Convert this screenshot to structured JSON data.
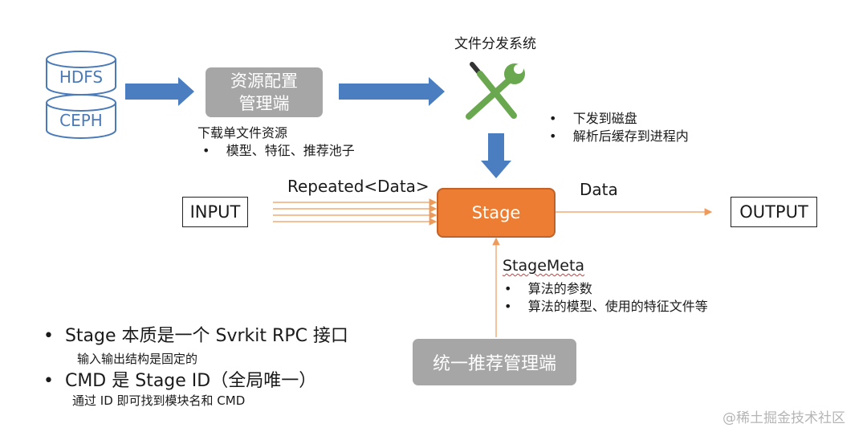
{
  "storage": {
    "hdfs_label": "HDFS",
    "ceph_label": "CEPH"
  },
  "resource_config": {
    "label_line1": "资源配置",
    "label_line2": "管理端"
  },
  "download_note": {
    "title": "下载单文件资源",
    "bullet": "模型、特征、推荐池子"
  },
  "file_dist": {
    "title": "文件分发系统",
    "bullets": [
      "下发到磁盘",
      "解析后缓存到进程内"
    ]
  },
  "flow": {
    "input_label": "INPUT",
    "output_label": "OUTPUT",
    "stage_label": "Stage",
    "repeated_label": "Repeated<Data>",
    "data_label": "Data"
  },
  "stage_meta": {
    "title": "StageMeta",
    "bullets": [
      "算法的参数",
      "算法的模型、使用的特征文件等"
    ]
  },
  "recommend_admin": {
    "label": "统一推荐管理端"
  },
  "notes": {
    "items": [
      {
        "main": "Stage 本质是一个 Svrkit RPC 接口",
        "sub": "输入输出结构是固定的"
      },
      {
        "main": "CMD 是 Stage ID（全局唯一）",
        "sub": "通过 ID 即可找到模块名和 CMD"
      }
    ]
  },
  "watermark": "@稀土掘金技术社区",
  "colors": {
    "arrow_blue": "#4a7ec0",
    "stage_orange": "#ec7d32",
    "gray_box": "#a6a6a6",
    "tool_green": "#6aa84f"
  }
}
